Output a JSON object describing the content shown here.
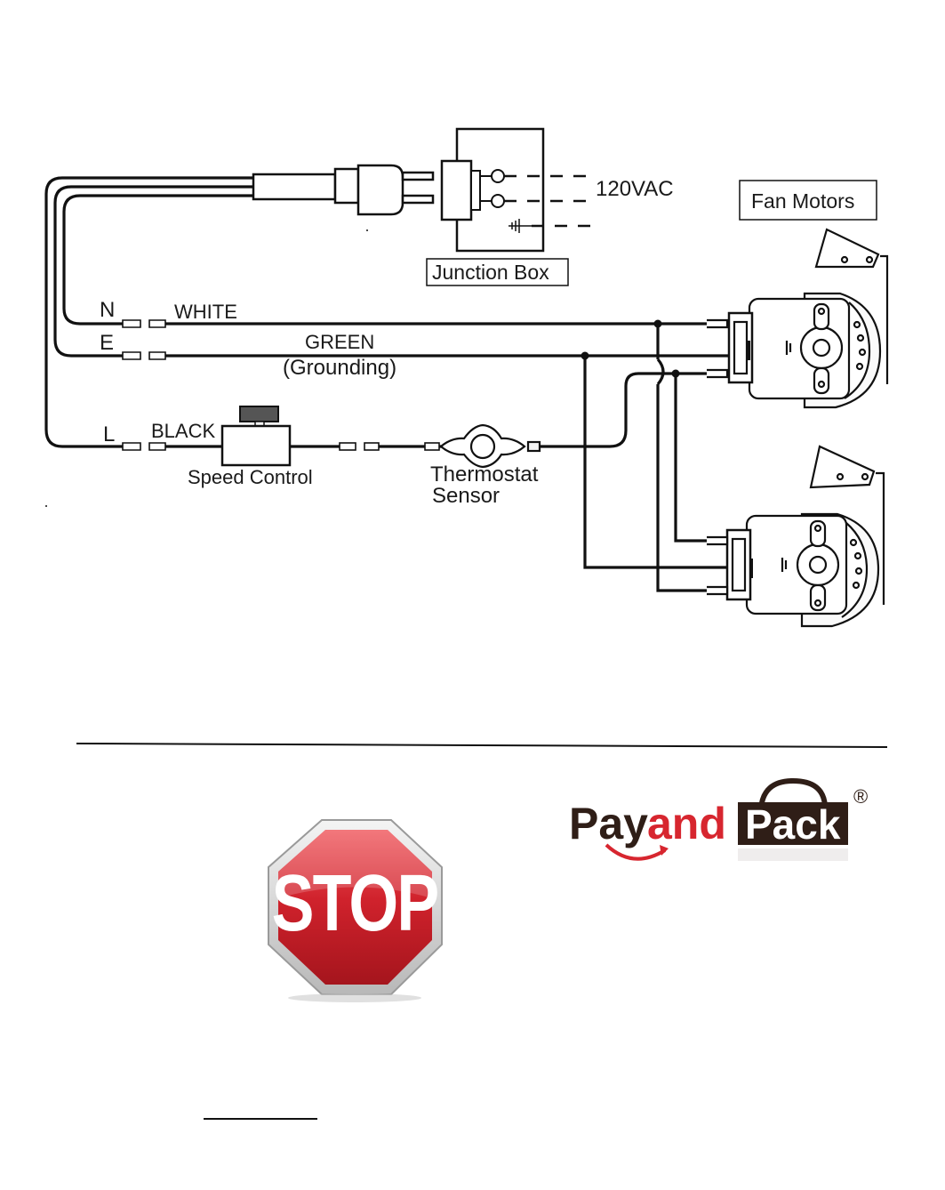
{
  "diagram": {
    "labels": {
      "voltage": "120VAC",
      "junction_box": "Junction Box",
      "fan_motors": "Fan Motors",
      "n": "N",
      "e": "E",
      "l": "L",
      "white": "WHITE",
      "green": "GREEN",
      "grounding": "(Grounding)",
      "black": "BLACK",
      "speed_control": "Speed Control",
      "thermostat_line1": "Thermostat",
      "thermostat_line2": "Sensor"
    }
  },
  "stop_sign": {
    "text": "STOP"
  },
  "logo": {
    "pay": "Pay",
    "and": "and",
    "pack": "Pack",
    "registered": "®"
  },
  "colors": {
    "wire": "#111111",
    "stop_red": "#c8202a",
    "logo_dark": "#2f1e17",
    "logo_red": "#d7262f"
  }
}
